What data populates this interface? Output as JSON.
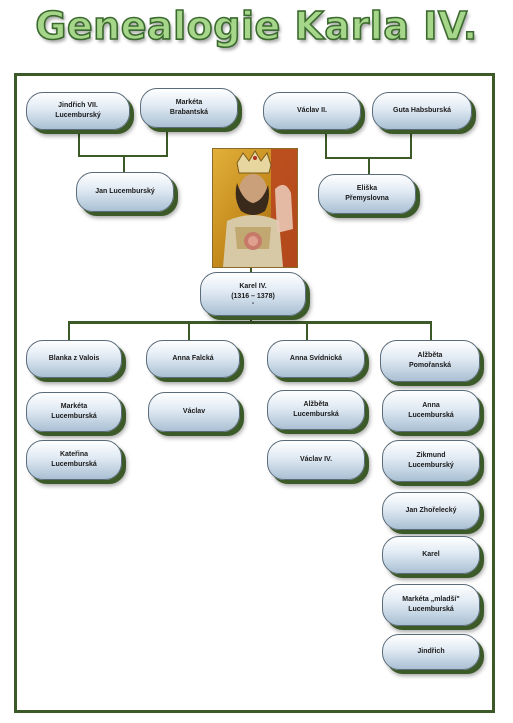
{
  "title": "Genealogie Karla IV.",
  "colors": {
    "line": "#3c5a27",
    "title_fill": "#a6d68a",
    "title_stroke": "#3b6a2e",
    "node_top": "#ffffff",
    "node_bottom": "#a9c0d3"
  },
  "grandparents": {
    "paternal_father": "Jindřich VII.\nLucemburský",
    "paternal_mother": "Markéta\nBrabantská",
    "maternal_father": "Václav II.",
    "maternal_mother": "Guta Habsburská"
  },
  "parents": {
    "father": "Jan Lucemburský",
    "mother": "Eliška\nPřemyslovna"
  },
  "root": {
    "name": "Karel IV.",
    "years": "(1316 – 1378)",
    "mark": "-"
  },
  "portrait": {
    "icon": "portrait-charles-iv"
  },
  "wives": [
    {
      "name": "Blanka z Valois",
      "children": [
        "Markéta\nLucemburská",
        "Kateřina\nLucemburská"
      ]
    },
    {
      "name": "Anna Falcká",
      "children": [
        "Václav"
      ]
    },
    {
      "name": "Anna Svídnická",
      "children": [
        "Alžběta\nLucemburská",
        "Václav IV."
      ]
    },
    {
      "name": "Alžběta\nPomořanská",
      "children": [
        "Anna\nLucemburská",
        "Zikmund\nLucemburský",
        "Jan Zhořelecký",
        "Karel",
        "Markéta „mladší\"\nLucemburská",
        "Jindřich"
      ]
    }
  ]
}
